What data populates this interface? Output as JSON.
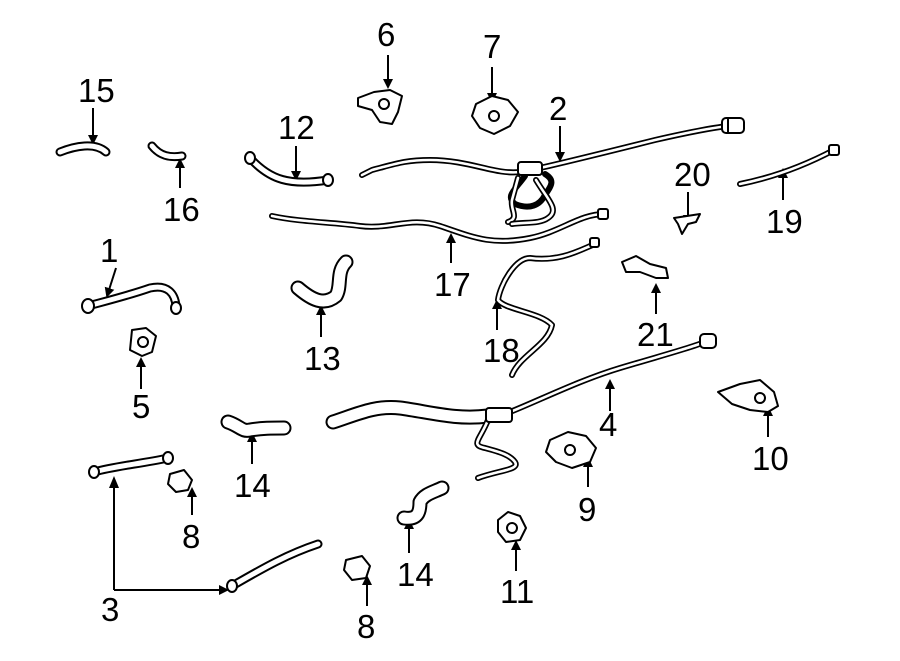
{
  "diagram": {
    "callouts": [
      {
        "id": "c1",
        "text": "1"
      },
      {
        "id": "c2",
        "text": "2"
      },
      {
        "id": "c3",
        "text": "3"
      },
      {
        "id": "c4",
        "text": "4"
      },
      {
        "id": "c5",
        "text": "5"
      },
      {
        "id": "c6",
        "text": "6"
      },
      {
        "id": "c7",
        "text": "7"
      },
      {
        "id": "c8a",
        "text": "8"
      },
      {
        "id": "c8b",
        "text": "8"
      },
      {
        "id": "c9",
        "text": "9"
      },
      {
        "id": "c10",
        "text": "10"
      },
      {
        "id": "c11",
        "text": "11"
      },
      {
        "id": "c12",
        "text": "12"
      },
      {
        "id": "c13",
        "text": "13"
      },
      {
        "id": "c14a",
        "text": "14"
      },
      {
        "id": "c14b",
        "text": "14"
      },
      {
        "id": "c15",
        "text": "15"
      },
      {
        "id": "c16",
        "text": "16"
      },
      {
        "id": "c17",
        "text": "17"
      },
      {
        "id": "c18",
        "text": "18"
      },
      {
        "id": "c19",
        "text": "19"
      },
      {
        "id": "c20",
        "text": "20"
      },
      {
        "id": "c21",
        "text": "21"
      }
    ]
  }
}
